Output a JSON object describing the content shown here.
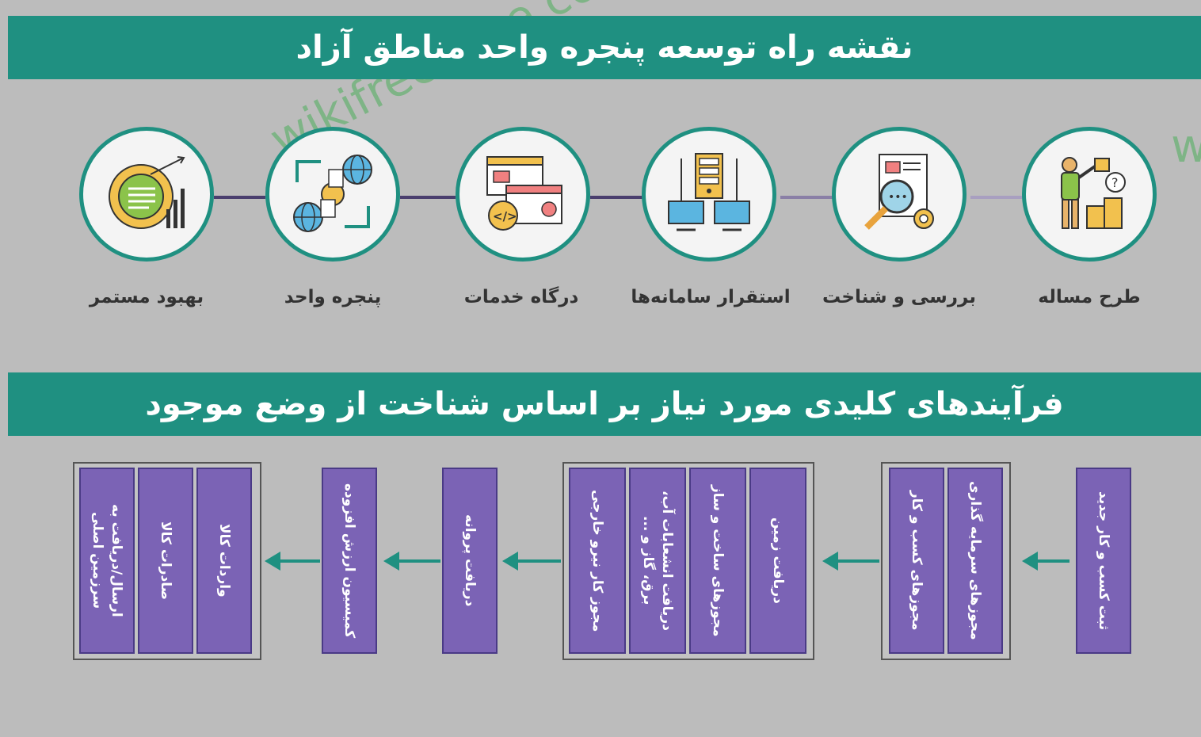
{
  "title": "نقشه راه توسعه پنجره واحد مناطق آزاد",
  "subtitle": "فرآیندهای کلیدی مورد نیاز بر اساس شناخت از وضع موجود",
  "watermark": "wikifreezone.com",
  "watermark_fragment": "wi",
  "colors": {
    "teal": "#1f9081",
    "purple": "#7b63b5",
    "background": "#bcbcbc",
    "connector": "#4a3f6e"
  },
  "roadmap_steps": [
    {
      "label": "طرح مساله",
      "icon": "problem-puzzle-icon"
    },
    {
      "label": "بررسی و شناخت",
      "icon": "analysis-magnifier-icon"
    },
    {
      "label": "استقرار سامانه‌ها",
      "icon": "server-network-icon"
    },
    {
      "label": "درگاه خدمات",
      "icon": "code-browser-icon"
    },
    {
      "label": "پنجره واحد",
      "icon": "global-exchange-icon"
    },
    {
      "label": "بهبود مستمر",
      "icon": "gear-growth-icon"
    }
  ],
  "process_boxes": {
    "register": "ثبت کسب و کار جدید",
    "investment_permits": "مجوزهای سرمایه گذاری",
    "business_permits": "مجوزهای کسب و کار",
    "land": "دریافت زمین",
    "construction_permits": "مجوزهای ساخت و ساز",
    "utilities": "دریافت انشعابات آب،\nبرق، گاز و ...",
    "foreign_work_permit": "مجوز کار نیرو خارجی",
    "license": "دریافت پروانه",
    "value_added_commission": "کمیسیون ارزش افزوده",
    "imports": "واردات کالا",
    "exports": "صادرات کالا",
    "mainland_transfer": "ارسال/دریافت به\nسرزمین اصلی"
  }
}
